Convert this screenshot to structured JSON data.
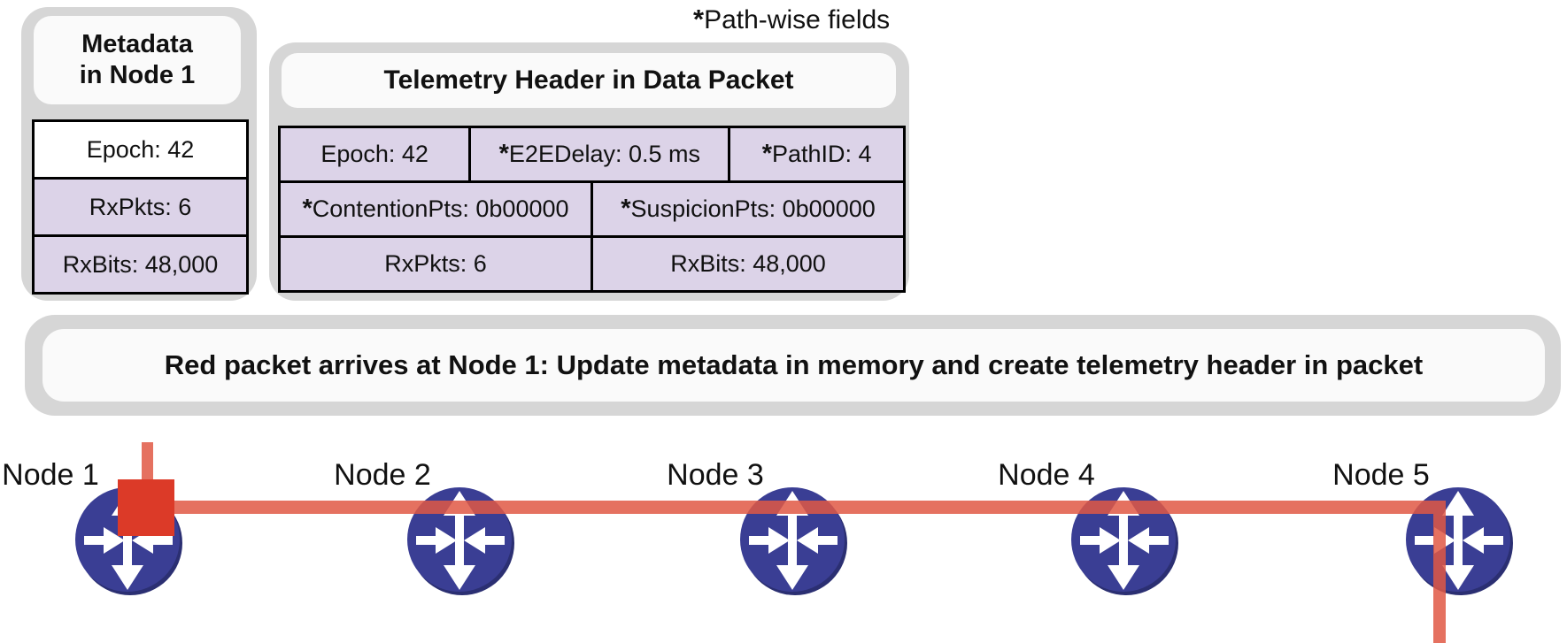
{
  "annotations": {
    "pathwise_star": "*",
    "pathwise_label": "Path-wise fields"
  },
  "metadata_box": {
    "title_line1": "Metadata",
    "title_line2": "in Node 1",
    "rows": [
      {
        "text": "Epoch: 42"
      },
      {
        "text": "RxPkts: 6"
      },
      {
        "text": "RxBits: 48,000"
      }
    ]
  },
  "telemetry_box": {
    "title": "Telemetry Header in Data Packet",
    "rows": [
      {
        "cells": [
          {
            "star": "",
            "text": "Epoch: 42"
          },
          {
            "star": "*",
            "text": "E2EDelay: 0.5 ms"
          },
          {
            "star": "*",
            "text": "PathID: 4"
          }
        ]
      },
      {
        "cells": [
          {
            "star": "*",
            "text": "ContentionPts: 0b00000"
          },
          {
            "star": "*",
            "text": "SuspicionPts: 0b00000"
          }
        ]
      },
      {
        "cells": [
          {
            "star": "",
            "text": "RxPkts: 6"
          },
          {
            "star": "",
            "text": "RxBits: 48,000"
          }
        ]
      }
    ]
  },
  "banner": {
    "text": "Red packet arrives at Node 1: Update metadata in memory and create telemetry header in packet"
  },
  "nodes": [
    {
      "label": "Node 1"
    },
    {
      "label": "Node 2"
    },
    {
      "label": "Node 3"
    },
    {
      "label": "Node 4"
    },
    {
      "label": "Node 5"
    }
  ],
  "colors": {
    "container_gray": "#d6d6d6",
    "panel_white": "#fafafa",
    "cell_purple": "#dcd3e8",
    "node_blue": "#3a3e94",
    "packet_red": "#dc3a28",
    "link_red": "#e05844"
  }
}
